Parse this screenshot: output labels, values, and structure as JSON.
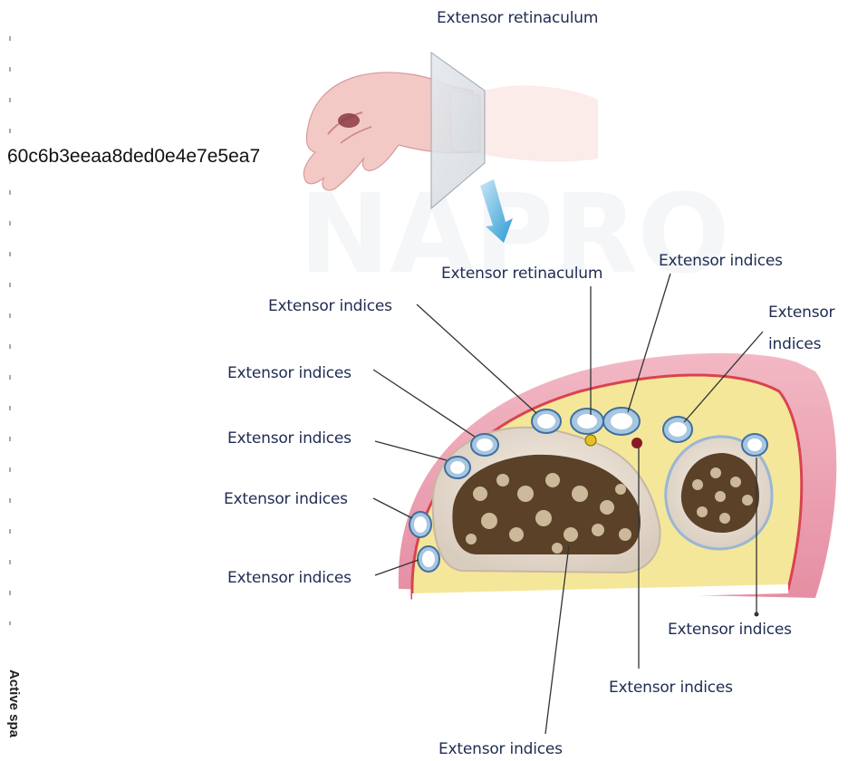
{
  "diagram": {
    "top_label": "Extensor retinaculum",
    "hash_text": "60c6b3eeaa8ded0e4e7e5ea7",
    "side_text": "Active spa",
    "labels": {
      "retinaculum": "Extensor retinaculum",
      "top_right": "Extensor indices",
      "right_a": "Extensor",
      "right_b": "indices",
      "left_1": "Extensor indices",
      "left_2": "Extensor indices",
      "left_3": "Extensor indices",
      "left_4": "Extensor indices",
      "left_5": "Extensor indices",
      "bottom_right": "Extensor indices",
      "bottom_mid": "Extensor indices",
      "bottom": "Extensor indices"
    }
  }
}
